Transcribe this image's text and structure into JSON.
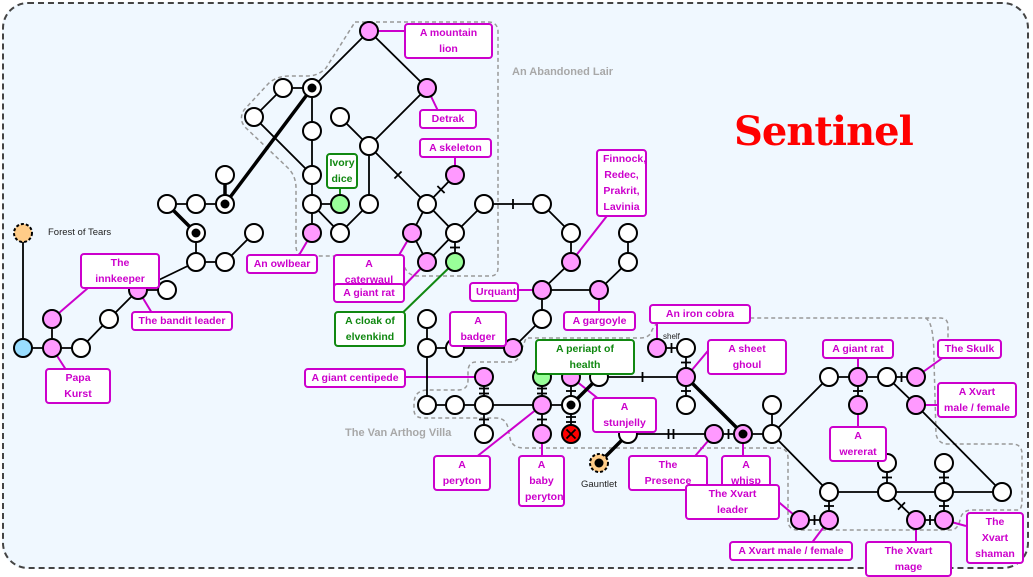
{
  "title": "Sentinel",
  "colors": {
    "background": "#f0f8ff",
    "monster": "#cc00cc",
    "monster_fill": "#ff99ff",
    "item": "#118811",
    "item_fill": "#99ff99",
    "entrance_fill": "#99ddff",
    "exit_fill": "#ffcc88",
    "danger_fill": "#ff0000",
    "title": "#ff0000",
    "region_text": "#a8a8a8"
  },
  "regions": [
    {
      "id": "lair",
      "name": "An Abandoned Lair"
    },
    {
      "id": "villa",
      "name": "The Van Arthog Villa"
    }
  ],
  "places": [
    {
      "id": "forest",
      "name": "Forest of Tears"
    },
    {
      "id": "gauntlet",
      "name": "Gauntlet"
    },
    {
      "id": "shelf",
      "name": "shelf"
    }
  ],
  "monsters": [
    "A mountain lion",
    "Detrak",
    "A skeleton",
    "Finnock,\nRedec,\nPrakrit,\nLavinia",
    "The innkeeper",
    "The bandit leader",
    "Papa Kurst",
    "An owlbear",
    "A caterwaul",
    "A giant rat",
    "Urquant",
    "A badger",
    "A gargoyle",
    "An iron cobra",
    "A sheet ghoul",
    "A giant rat",
    "The Skulk",
    "A Xvart\nmale / female",
    "A wererat",
    "A giant centipede",
    "A stunjelly",
    "A peryton",
    "A baby\nperyton",
    "The Presence",
    "A whisp",
    "The Xvart leader",
    "A Xvart male / female",
    "The Xvart mage",
    "The Xvart\nshaman"
  ],
  "items": [
    "Ivory\ndice",
    "A cloak of\nelvenkind",
    "A periapt of health"
  ],
  "legend_node_types": [
    "room",
    "monster",
    "item",
    "entrance",
    "exit",
    "teleport",
    "danger"
  ]
}
